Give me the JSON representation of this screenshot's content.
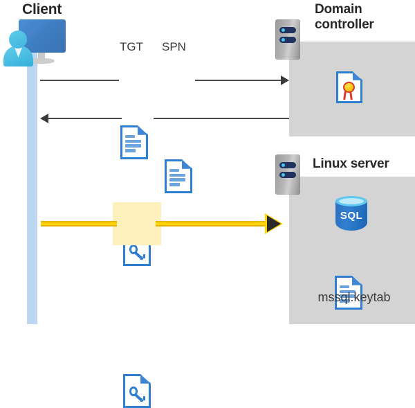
{
  "diagram": {
    "title_client": "Client",
    "title_domain_controller": "Domain\ncontroller",
    "title_linux_server": "Linux server",
    "colors": {
      "lifeline": "#bdd7f1",
      "server_box": "#d4d4d4",
      "accent_blue": "#2f7fd0",
      "highlight_yellow": "#fdf0bd",
      "arrow_yellow": "#ffd400",
      "arrow_gray": "#4a4a4a",
      "text_dark": "#272727"
    }
  },
  "client": {
    "label": "Client",
    "icon": "user-with-monitor-icon"
  },
  "domain_controller": {
    "label_line1": "Domain",
    "label_line2": "controller",
    "server_icon": "server-rack-icon",
    "contents": [
      {
        "icon": "certificate-icon",
        "name": "certificate"
      }
    ]
  },
  "linux_server": {
    "label": "Linux server",
    "server_icon": "server-rack-icon",
    "contents": [
      {
        "icon": "sql-database-icon",
        "name": "SQL",
        "text": "SQL"
      },
      {
        "icon": "document-icon",
        "name": "keytab-file",
        "text": "mssql.keytab"
      }
    ]
  },
  "messages": [
    {
      "id": "request",
      "direction": "right",
      "style": "gray",
      "labels": [
        "TGT",
        "SPN"
      ],
      "artifacts": [
        {
          "icon": "text-document-icon",
          "label": "TGT"
        },
        {
          "icon": "text-document-icon",
          "label": "SPN"
        }
      ]
    },
    {
      "id": "response",
      "direction": "left",
      "style": "gray",
      "labels": [],
      "artifacts": [
        {
          "icon": "key-document-icon",
          "label": ""
        }
      ]
    },
    {
      "id": "service-ticket",
      "direction": "right",
      "style": "yellow-highlight",
      "labels": [],
      "artifacts": [
        {
          "icon": "key-document-icon",
          "label": ""
        }
      ]
    }
  ],
  "labels": {
    "tgt": "TGT",
    "spn": "SPN",
    "sql": "SQL",
    "keytab": "mssql.keytab"
  }
}
